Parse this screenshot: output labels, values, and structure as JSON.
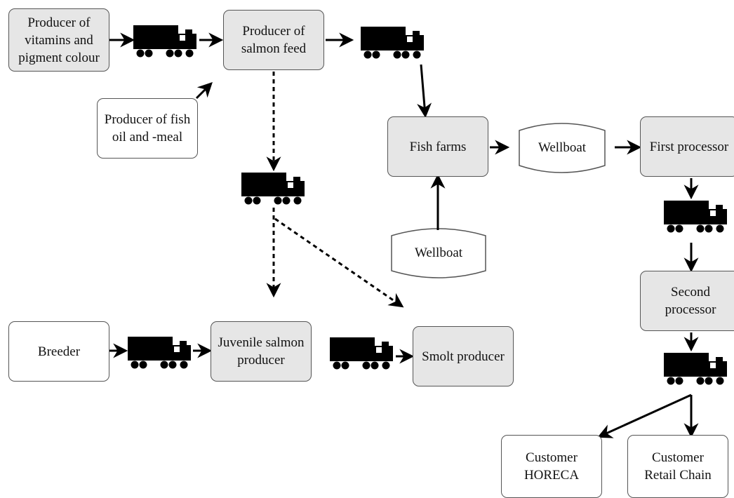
{
  "nodes": {
    "vitamins": "Producer of\nvitamins and\npigment colour",
    "salmon_feed": "Producer of\nsalmon feed",
    "fish_oil": "Producer of fish\noil and -meal",
    "fish_farms": "Fish farms",
    "wellboat_top": "Wellboat",
    "first_processor": "First processor",
    "wellboat_bottom": "Wellboat",
    "second_processor": "Second\nprocessor",
    "breeder": "Breeder",
    "juvenile": "Juvenile salmon\nproducer",
    "smolt": "Smolt producer",
    "customer_horeca": "Customer\nHORECA",
    "customer_retail": "Customer\nRetail Chain"
  },
  "colors": {
    "process_fill": "#e6e6e6",
    "external_fill": "#ffffff",
    "line": "#000000"
  },
  "icons": [
    "truck-icon"
  ]
}
